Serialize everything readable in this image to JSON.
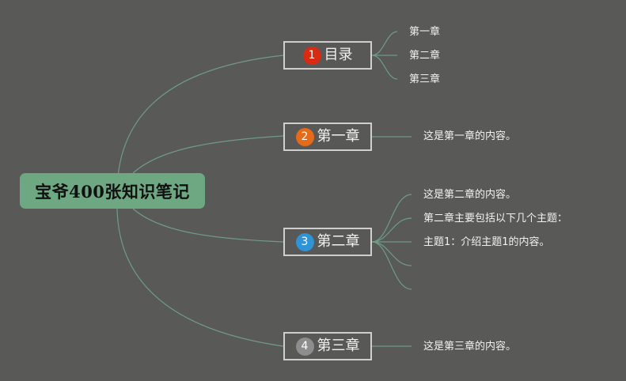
{
  "root": {
    "title": "宝爷400张知识笔记"
  },
  "colors": {
    "background": "#595957",
    "root_fill": "#6ea882",
    "link": "#6f9c86",
    "badge_1": "#d92b14",
    "badge_2": "#e56b1a",
    "badge_3": "#2f93d6",
    "badge_4": "#8d8d8d"
  },
  "branches": [
    {
      "number": "1",
      "label": "目录",
      "leaves": [
        "第一章",
        "第二章",
        "第三章"
      ]
    },
    {
      "number": "2",
      "label": "第一章",
      "leaves": [
        "这是第一章的内容。"
      ]
    },
    {
      "number": "3",
      "label": "第二章",
      "leaves": [
        "这是第二章的内容。",
        "第二章主要包括以下几个主题：",
        "主题1：介绍主题1的内容。",
        "",
        ""
      ]
    },
    {
      "number": "4",
      "label": "第三章",
      "leaves": [
        "这是第三章的内容。"
      ]
    }
  ]
}
